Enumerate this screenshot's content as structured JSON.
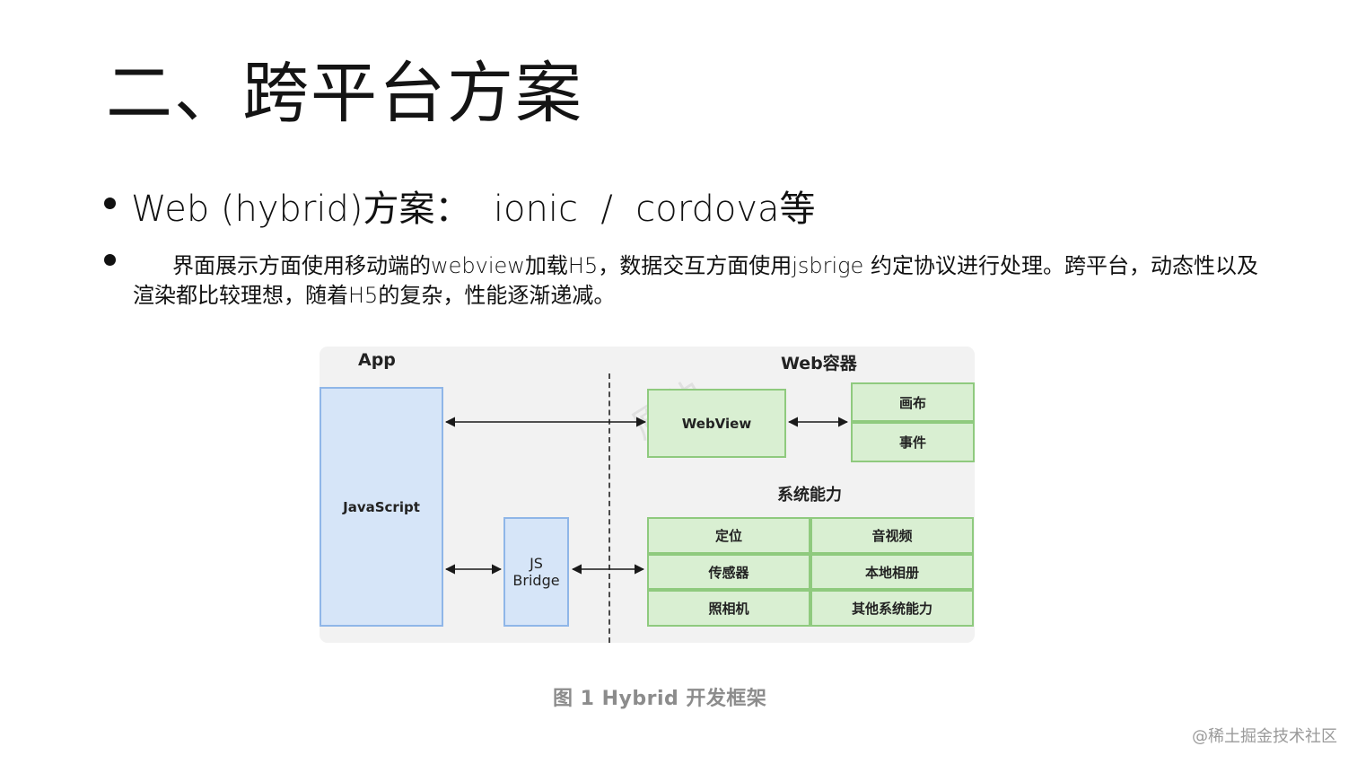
{
  "slide": {
    "title": "二、跨平台方案",
    "bullets": [
      "Web (hybrid)方案：  ionic  /  cordova等",
      "界面展示方面使用移动端的webview加载H5，数据交互方面使用jsbrige 约定协议进行处理。跨平台，动态性以及渲染都比较理想，随着H5的复杂，性能逐渐递减。"
    ]
  },
  "diagram": {
    "app_label": "App",
    "web_label": "Web容器",
    "watermark": "原仲",
    "javascript": "JavaScript",
    "jsbridge_line1": "JS",
    "jsbridge_line2": "Bridge",
    "webview": "WebView",
    "canvas": "画布",
    "events": "事件",
    "system_label": "系统能力",
    "capabilities": [
      "定位",
      "音视频",
      "传感器",
      "本地相册",
      "照相机",
      "其他系统能力"
    ]
  },
  "caption": "图 1 Hybrid 开发框架",
  "source": "@稀土掘金技术社区",
  "colors": {
    "app_fill": "#d6e5f8",
    "app_border": "#8fb6e8",
    "web_fill": "#d9efd2",
    "web_border": "#8fca7e",
    "panel": "#f2f2f2"
  }
}
